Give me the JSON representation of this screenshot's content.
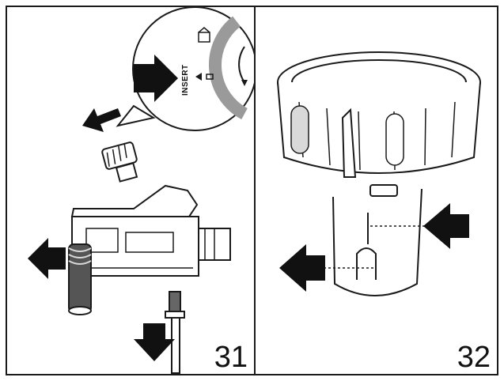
{
  "panels": [
    {
      "number": "31",
      "callout_label": "INSERT"
    },
    {
      "number": "32"
    }
  ],
  "colors": {
    "line": "#1a1a1a",
    "arrow": "#111111",
    "ring": "#9a9a9a",
    "shade": "#d9d9d9"
  },
  "icons": [
    "arrow-right-icon",
    "arrow-left-icon",
    "arrow-down-icon",
    "arrow-up-left-icon",
    "kettle-icon",
    "rotate-arrow-icon"
  ]
}
